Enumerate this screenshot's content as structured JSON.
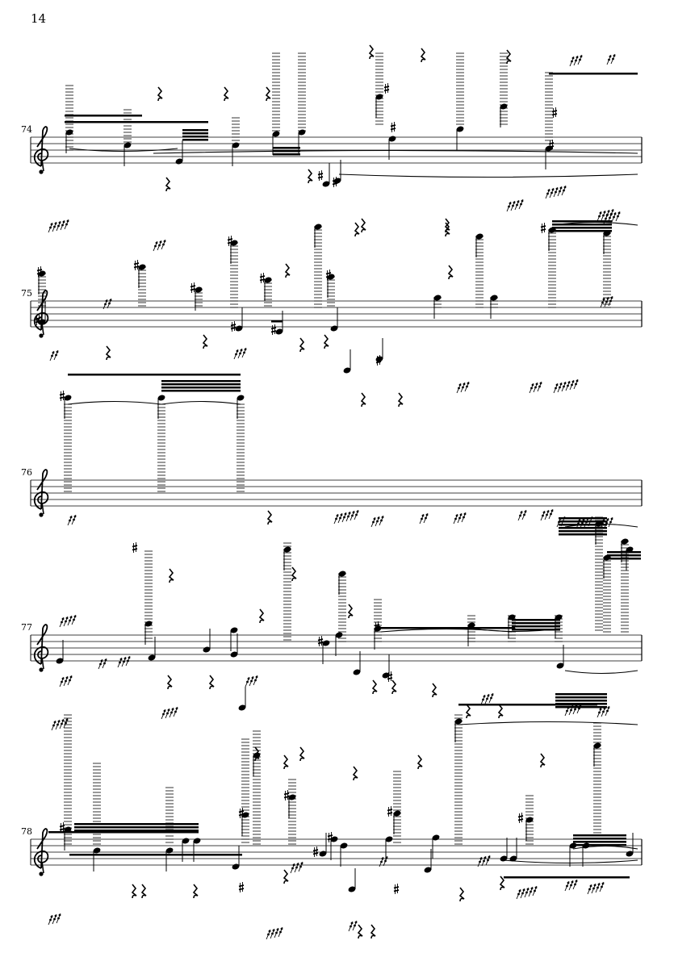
{
  "page": {
    "number": "14"
  },
  "score": {
    "clef": "treble",
    "ink_color": "#000000",
    "systems": [
      {
        "measure": "74"
      },
      {
        "measure": "75"
      },
      {
        "measure": "76"
      },
      {
        "measure": "77"
      },
      {
        "measure": "78"
      }
    ]
  }
}
